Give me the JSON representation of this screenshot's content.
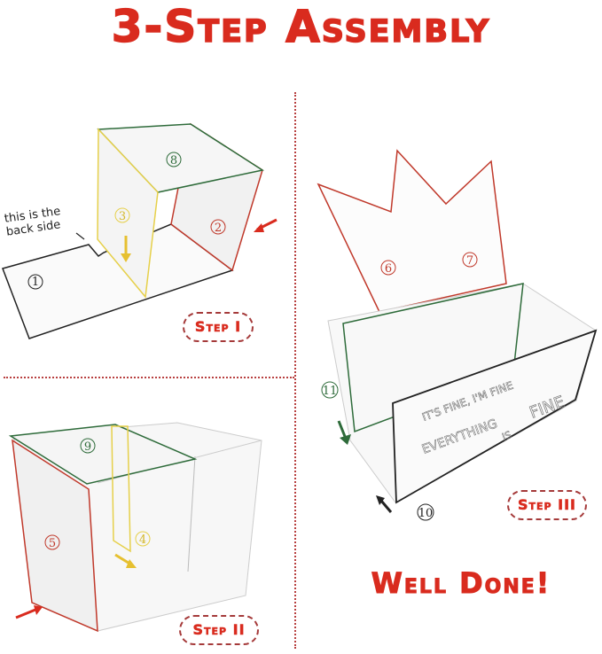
{
  "title": "3-Step Assembly",
  "colors": {
    "accent_red": "#d92b1e",
    "panel_red": "#c0392b",
    "panel_green": "#2e6b3a",
    "panel_yellow": "#e6d04a",
    "panel_black": "#222222",
    "divider": "#b84040"
  },
  "steps": [
    {
      "label": "Step I",
      "note": [
        "this is the",
        "back side"
      ],
      "parts": [
        "1",
        "2",
        "3",
        "8"
      ]
    },
    {
      "label": "Step II",
      "parts": [
        "4",
        "5",
        "9"
      ]
    },
    {
      "label": "Step III",
      "parts": [
        "6",
        "7",
        "10",
        "11"
      ],
      "panel_text": [
        "IT'S FINE, I'M FINE",
        "EVERYTHING",
        "IS",
        "FINE"
      ]
    }
  ],
  "footer": "Well Done!"
}
